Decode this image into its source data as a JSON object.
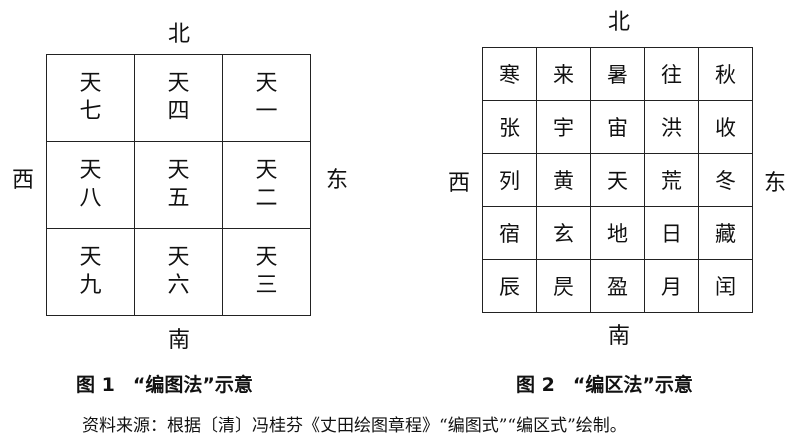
{
  "figure1": {
    "north": "北",
    "south": "南",
    "west": "西",
    "east": "东",
    "cells": [
      [
        [
          "天",
          "七"
        ],
        [
          "天",
          "四"
        ],
        [
          "天",
          "一"
        ]
      ],
      [
        [
          "天",
          "八"
        ],
        [
          "天",
          "五"
        ],
        [
          "天",
          "二"
        ]
      ],
      [
        [
          "天",
          "九"
        ],
        [
          "天",
          "六"
        ],
        [
          "天",
          "三"
        ]
      ]
    ],
    "caption_num": "图 1",
    "caption_text": "“编图法”示意"
  },
  "figure2": {
    "north": "北",
    "south": "南",
    "west": "西",
    "east": "东",
    "cells": [
      [
        "寒",
        "来",
        "暑",
        "往",
        "秋"
      ],
      [
        "张",
        "宇",
        "宙",
        "洪",
        "收"
      ],
      [
        "列",
        "黄",
        "天",
        "荒",
        "冬"
      ],
      [
        "宿",
        "玄",
        "地",
        "日",
        "藏"
      ],
      [
        "辰",
        "昃",
        "盈",
        "月",
        "闰"
      ]
    ],
    "caption_num": "图 2",
    "caption_text": "“编区法”示意"
  },
  "source": "资料来源：根据〔清〕冯桂芬《丈田绘图章程》“编图式”“编区式”绘制。"
}
